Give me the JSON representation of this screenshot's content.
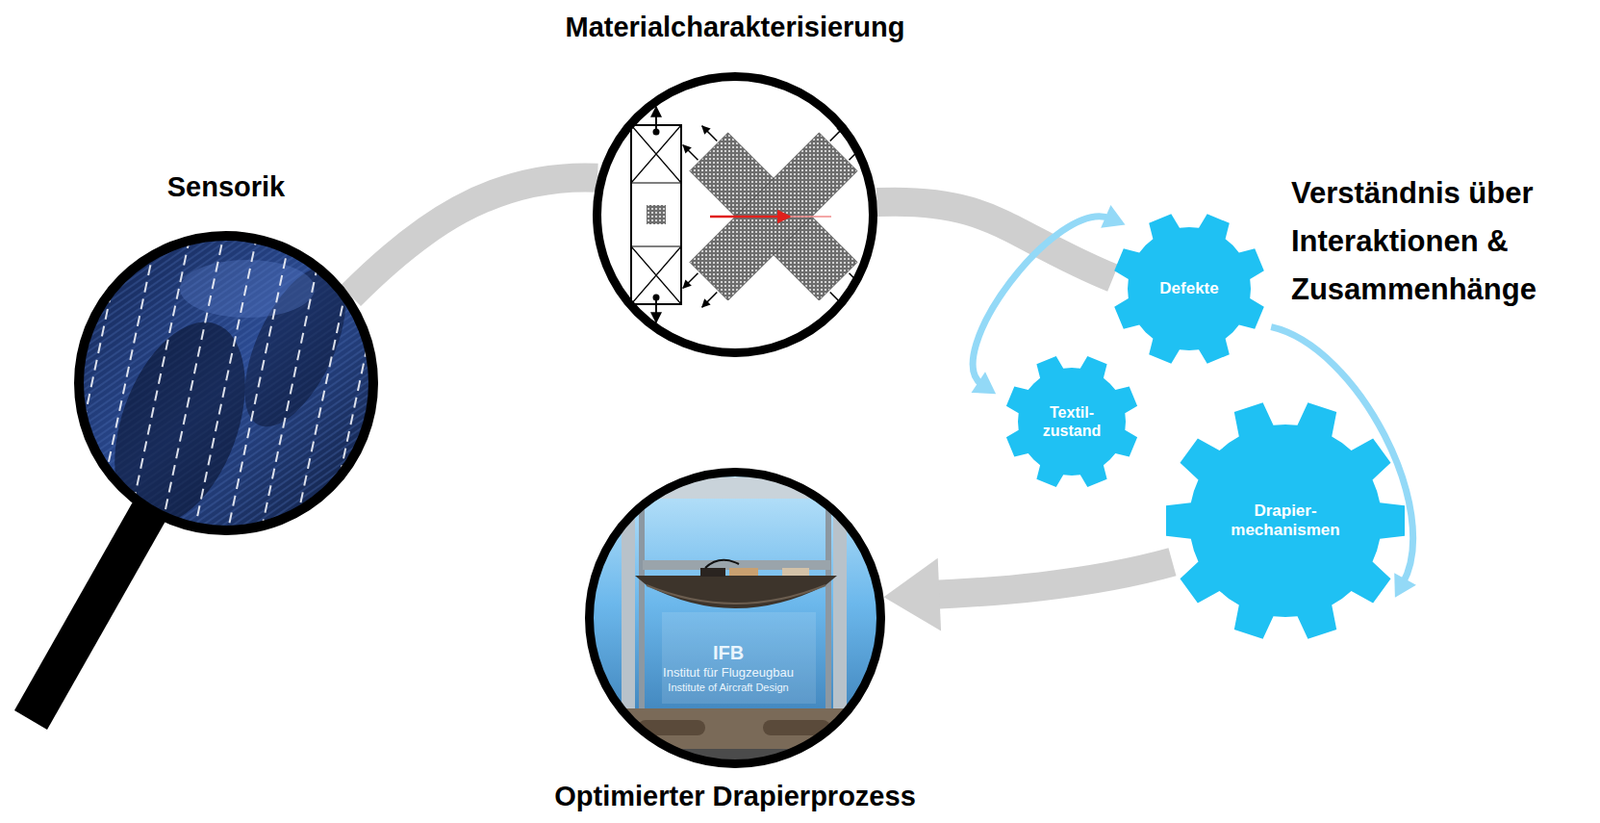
{
  "diagram": {
    "nodes": [
      {
        "text": [
          "Materialcharakterisierung"
        ]
      },
      {
        "text": [
          "Sensorik"
        ]
      },
      {
        "text": [
          "Defekte"
        ]
      },
      {
        "text": [
          "Textil- zustand"
        ]
      },
      {
        "text": [
          "Drapier- mechanismen"
        ]
      },
      {
        "text": [
          "Optimierter Drapierprozess"
        ]
      }
    ],
    "edges": [
      {
        "from": 1,
        "to": 0,
        "arrow": "none"
      },
      {
        "from": 0,
        "to": 2,
        "arrow": "none"
      },
      {
        "from": 4,
        "to": 5,
        "arrow": "to"
      },
      {
        "from": 3,
        "to": 2,
        "arrow": "both"
      },
      {
        "from": 2,
        "to": 4,
        "arrow": "to"
      }
    ],
    "labels": [
      "Verständnis über Interaktionen & Zusammenhänge",
      "IFB",
      "Institut für Flugzeugbau",
      "Institute of Aircraft Design"
    ]
  }
}
